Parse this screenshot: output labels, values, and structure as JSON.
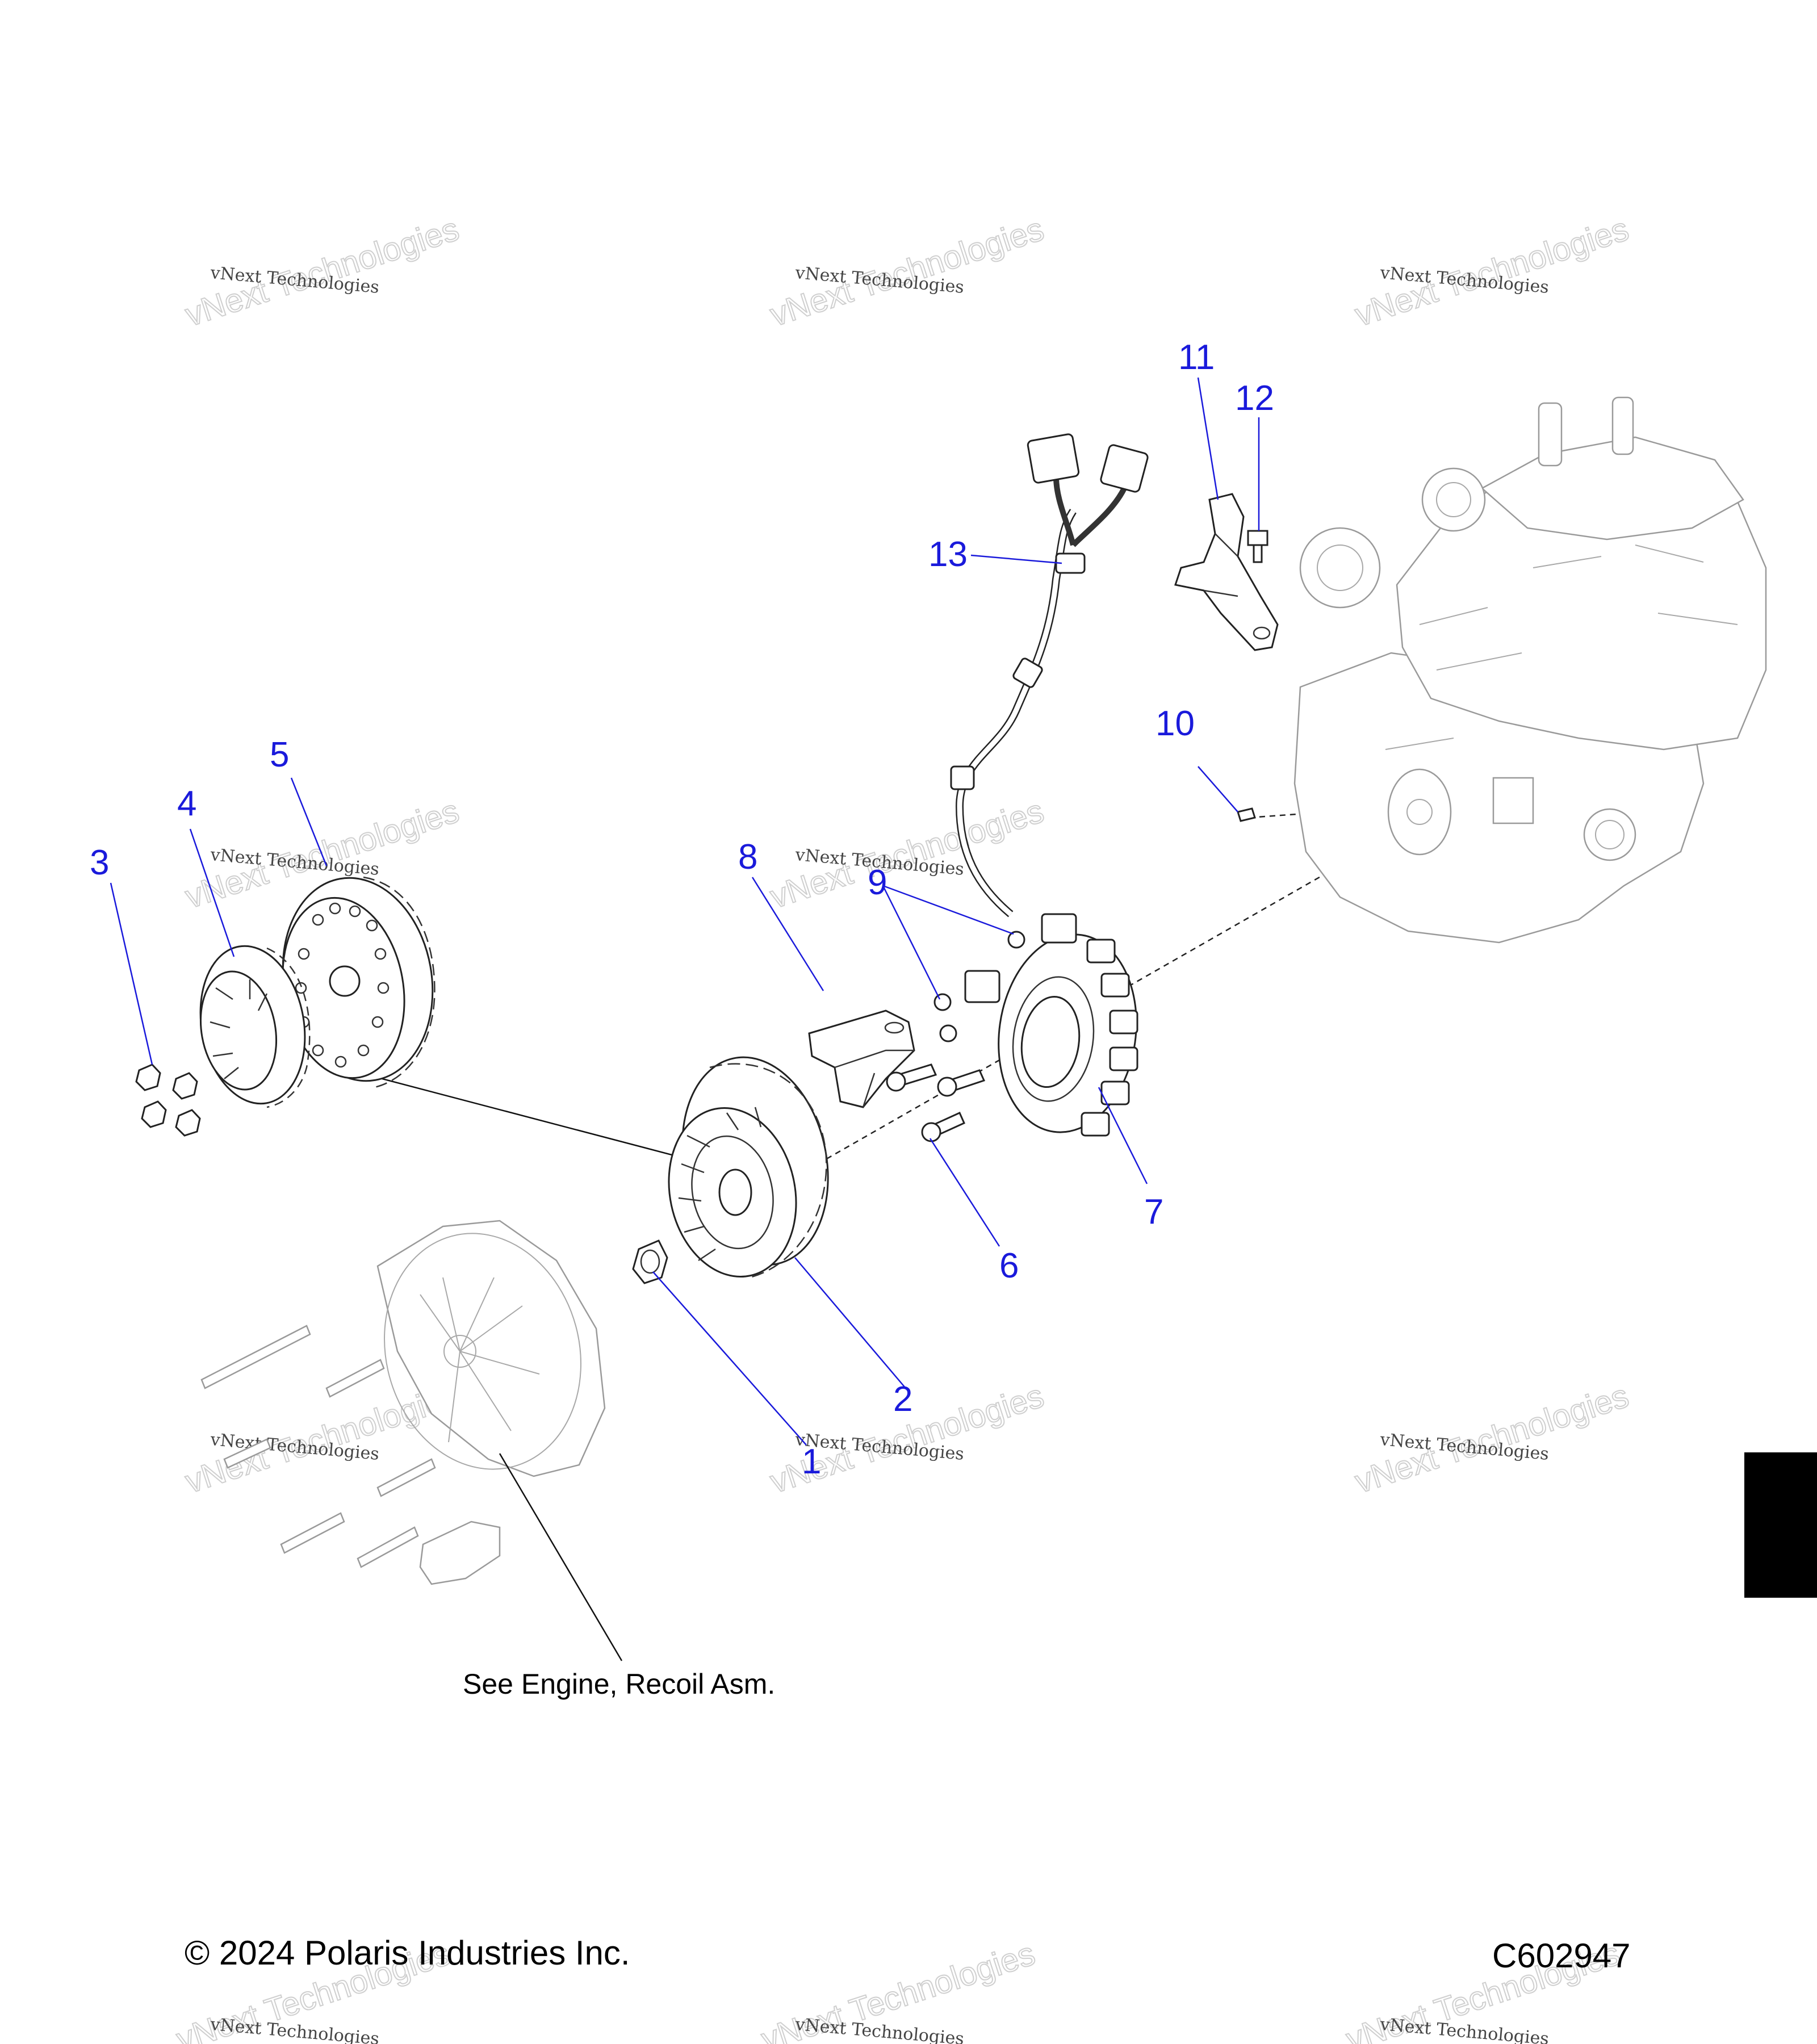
{
  "callouts": {
    "c1": "1",
    "c2": "2",
    "c3": "3",
    "c4": "4",
    "c5": "5",
    "c6": "6",
    "c7": "7",
    "c8": "8",
    "c9": "9",
    "c10": "10",
    "c11": "11",
    "c12": "12",
    "c13": "13"
  },
  "note": "See Engine, Recoil Asm.",
  "footer": {
    "copyright": "© 2024 Polaris Industries Inc.",
    "code": "C602947"
  },
  "watermark": {
    "line1": "vNext Technologies",
    "line2": "vNext Technologies"
  },
  "colors": {
    "callout": "#1a1adb",
    "tab": "#000000"
  }
}
